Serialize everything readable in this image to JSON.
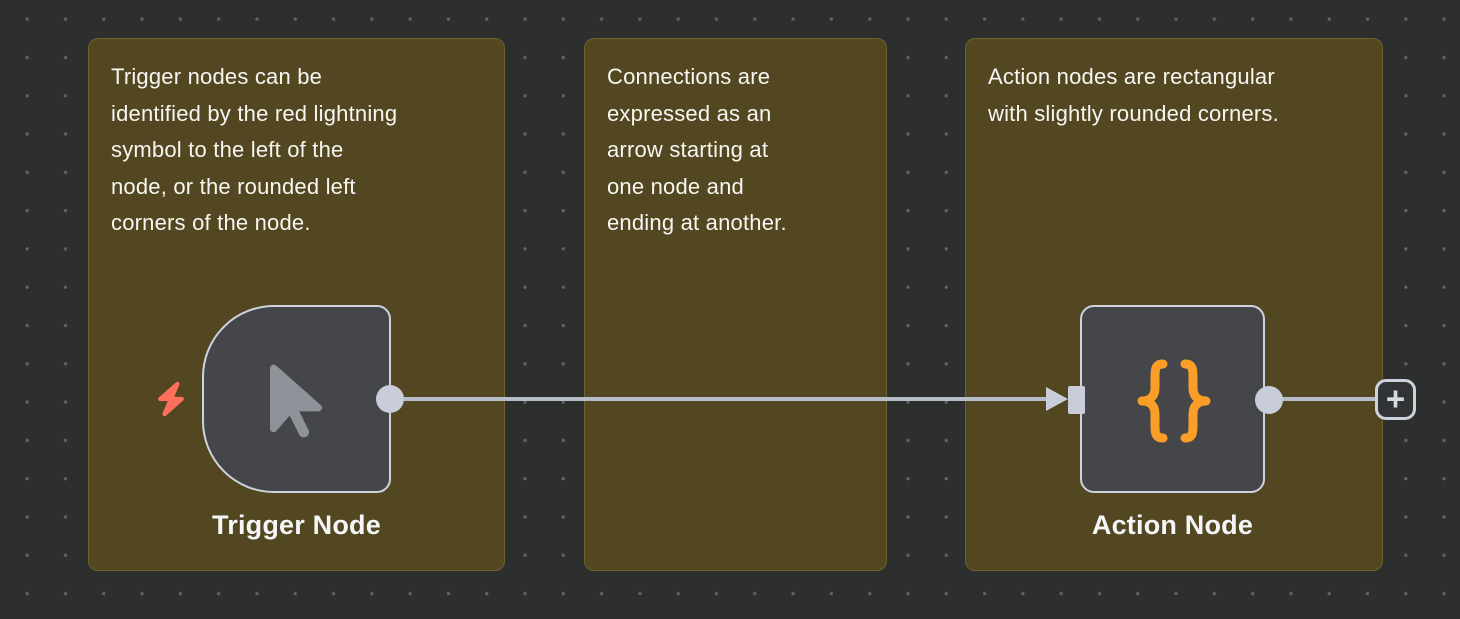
{
  "canvas": {
    "background": "#2d2e2e",
    "dot_color": "#5f6363",
    "app": "workflow-editor-canvas"
  },
  "colors": {
    "note_fill": "#524721",
    "note_border": "#6f612b",
    "node_fill": "#454649",
    "node_border": "#ced2dd",
    "connector": "#b7bdc8",
    "port": "#c9cdd9",
    "trigger_accent": "#ff6f5c",
    "action_icon_orange": "#fa9e28",
    "text": "#f7f6f2"
  },
  "notes": [
    {
      "text": "Trigger nodes can be\nidentified by the red lightning\nsymbol to the left of the\nnode, or the rounded left\ncorners of the node."
    },
    {
      "text": "Connections are\nexpressed as an\narrow starting at\none node and\nending at another."
    },
    {
      "text": "Action nodes are rectangular\nwith slightly rounded corners."
    }
  ],
  "nodes": [
    {
      "label": "Trigger Node",
      "type": "trigger",
      "icon": "cursor-arrow-icon"
    },
    {
      "label": "Action Node",
      "type": "action",
      "icon": "code-braces-icon"
    }
  ],
  "connections": [
    {
      "from": "Trigger Node",
      "to": "Action Node",
      "style": "arrow"
    }
  ],
  "ui": {
    "add_node_glyph": "+"
  }
}
